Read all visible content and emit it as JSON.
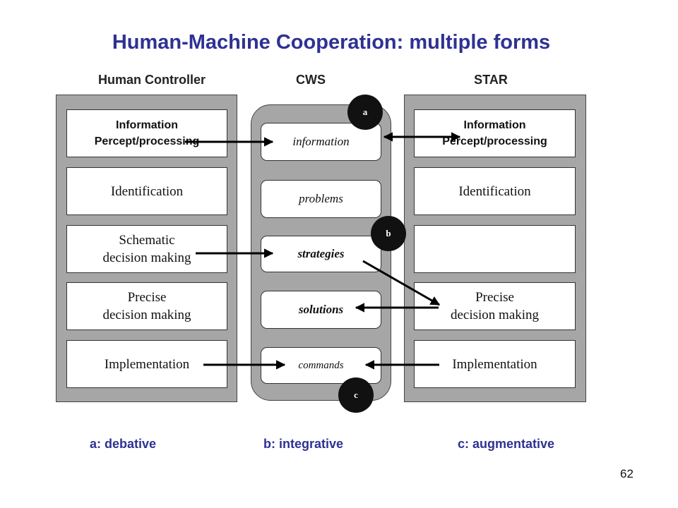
{
  "title": "Human-Machine Cooperation: multiple forms",
  "columns": {
    "human": "Human Controller",
    "cws": "CWS",
    "star": "STAR"
  },
  "human_boxes": [
    "Information\nPercept/processing",
    "Identification",
    "Schematic\ndecision making",
    "Precise\ndecision making",
    "Implementation"
  ],
  "cws_boxes": [
    "information",
    "problems",
    "strategies",
    "solutions",
    "commands"
  ],
  "star_boxes": [
    "Information\nPercept/processing",
    "Identification",
    "",
    "Precise\ndecision making",
    "Implementation"
  ],
  "markers": {
    "a": "a",
    "b": "b",
    "c": "c"
  },
  "legend": {
    "a": "a: debative",
    "b": "b: integrative",
    "c": "c: augmentative"
  },
  "page_number": "62",
  "colors": {
    "title": "#2e3192",
    "panel": "#a6a6a6",
    "arrow": "#000000"
  }
}
